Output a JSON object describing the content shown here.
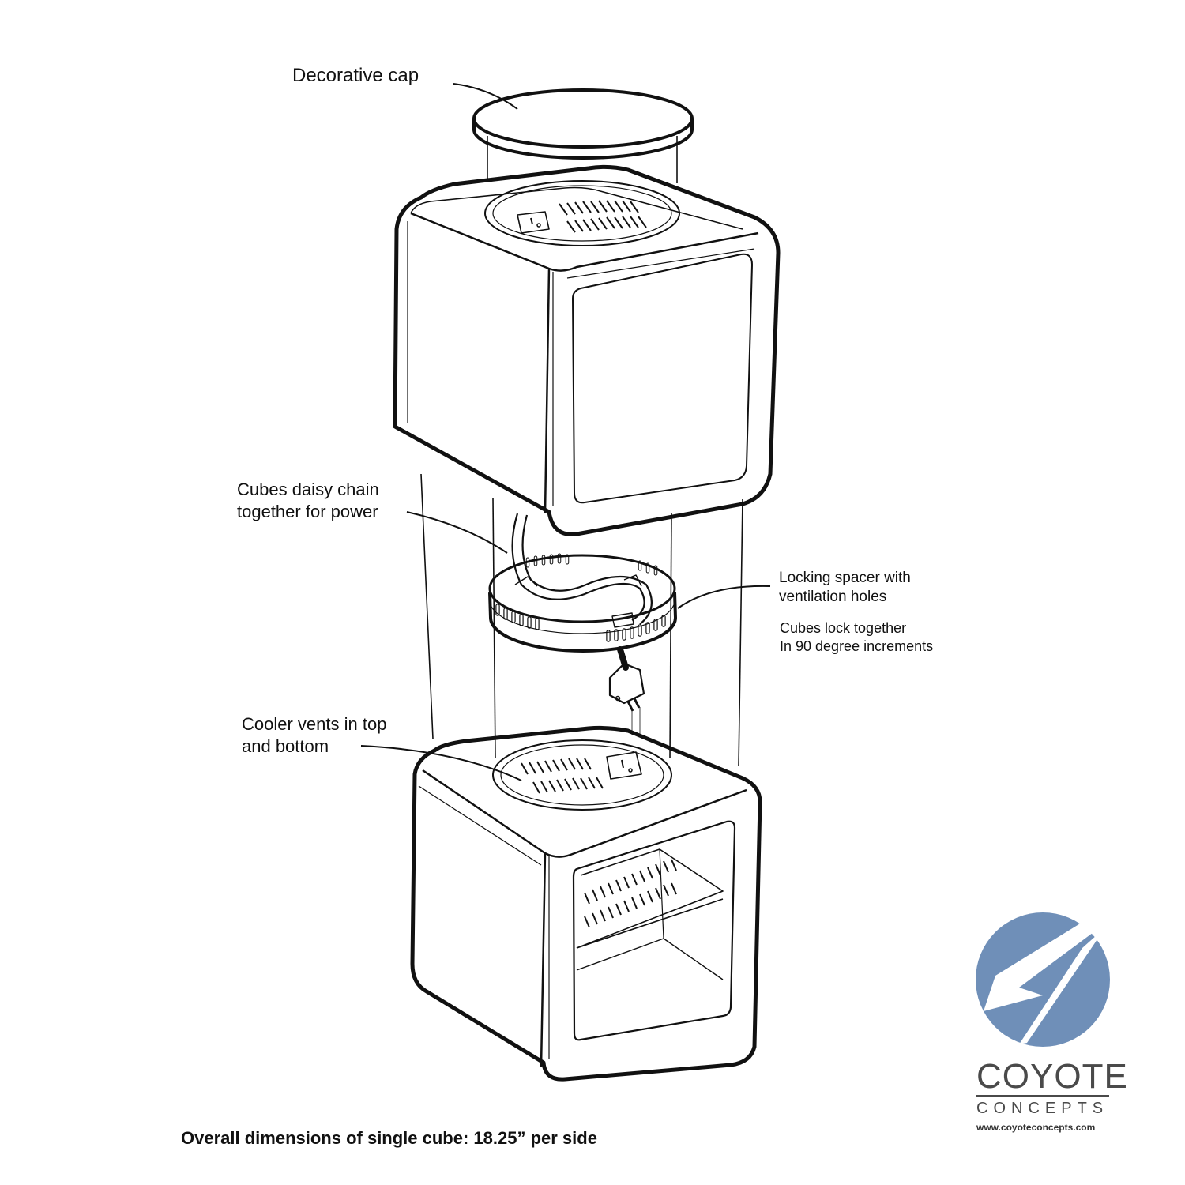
{
  "labels": {
    "decorative_cap": "Decorative cap",
    "daisy_chain_line1": "Cubes daisy chain",
    "daisy_chain_line2": "together for power",
    "locking_spacer_line1": "Locking spacer with",
    "locking_spacer_line2": "ventilation holes",
    "lock_note_line1": "Cubes lock together",
    "lock_note_line2": "In 90 degree increments",
    "cooler_vents_line1": "Cooler vents in top",
    "cooler_vents_line2": "and bottom"
  },
  "footer": {
    "dimensions": "Overall dimensions of single cube: 18.25” per side"
  },
  "brand": {
    "logo_text": "COYOTE CONCEPTS",
    "name": "COYOTE",
    "tagline": "CONCEPTS",
    "url": "www.coyoteconcepts.com",
    "logo_color": "#6f8fb8"
  },
  "colors": {
    "line": "#111111",
    "logo_blue": "#6f8fb8",
    "logo_text": "#4a4a4a"
  }
}
